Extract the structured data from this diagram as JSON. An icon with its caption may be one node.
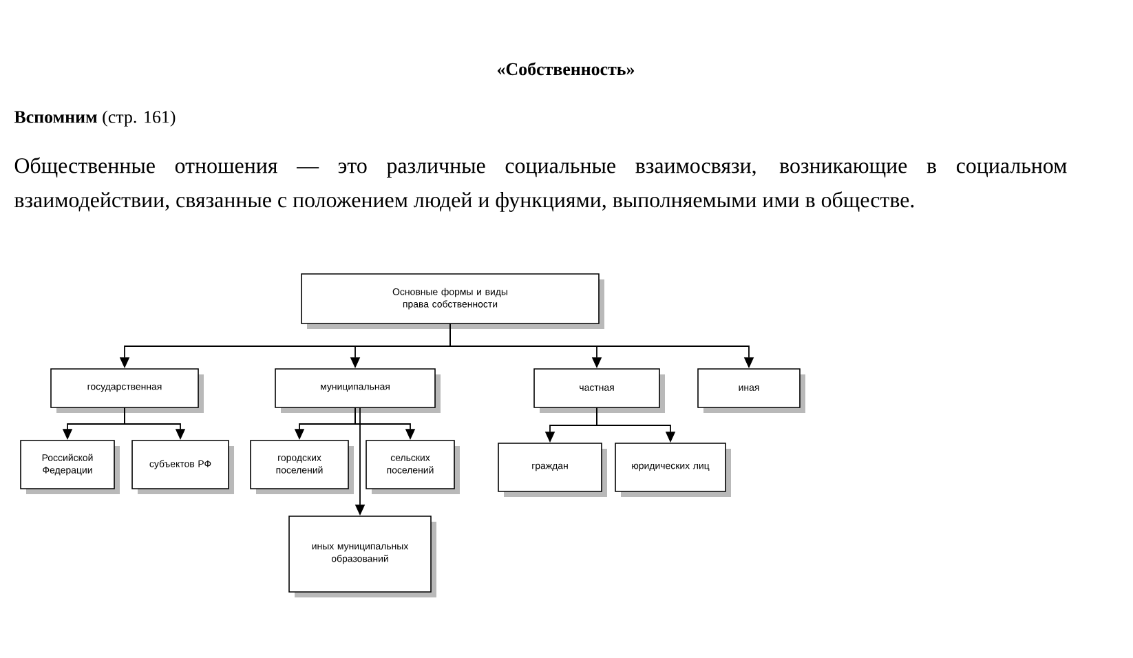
{
  "diagram": {
    "title": "«Собственность»",
    "nodes": [
      {
        "text": [
          "Основные формы и виды права собственности"
        ]
      },
      {
        "text": [
          "государственная"
        ]
      },
      {
        "text": [
          "муниципальная"
        ]
      },
      {
        "text": [
          "частная"
        ]
      },
      {
        "text": [
          "иная"
        ]
      },
      {
        "text": [
          "Российской Федерации"
        ]
      },
      {
        "text": [
          "субъектов РФ"
        ]
      },
      {
        "text": [
          "городских поселений"
        ]
      },
      {
        "text": [
          "сельских поселений"
        ]
      },
      {
        "text": [
          "иных муниципальных образований"
        ]
      },
      {
        "text": [
          "граждан"
        ]
      },
      {
        "text": [
          "юридических лиц"
        ]
      }
    ],
    "edges": [
      {
        "from": 0,
        "to": 1,
        "arrow": "to"
      },
      {
        "from": 0,
        "to": 2,
        "arrow": "to"
      },
      {
        "from": 0,
        "to": 3,
        "arrow": "to"
      },
      {
        "from": 0,
        "to": 4,
        "arrow": "to"
      },
      {
        "from": 1,
        "to": 5,
        "arrow": "to"
      },
      {
        "from": 1,
        "to": 6,
        "arrow": "to"
      },
      {
        "from": 2,
        "to": 7,
        "arrow": "to"
      },
      {
        "from": 2,
        "to": 8,
        "arrow": "to"
      },
      {
        "from": 2,
        "to": 9,
        "arrow": "to"
      },
      {
        "from": 3,
        "to": 10,
        "arrow": "to"
      },
      {
        "from": 3,
        "to": 11,
        "arrow": "to"
      }
    ],
    "labels": [
      "**Вспомним** (стр. 161)",
      "Общественные отношения — это различные социальные взаимосвязи, возникающие в социальном взаимодействии, связанные с положением людей и функциями, выполняемыми ими в обществе."
    ]
  }
}
